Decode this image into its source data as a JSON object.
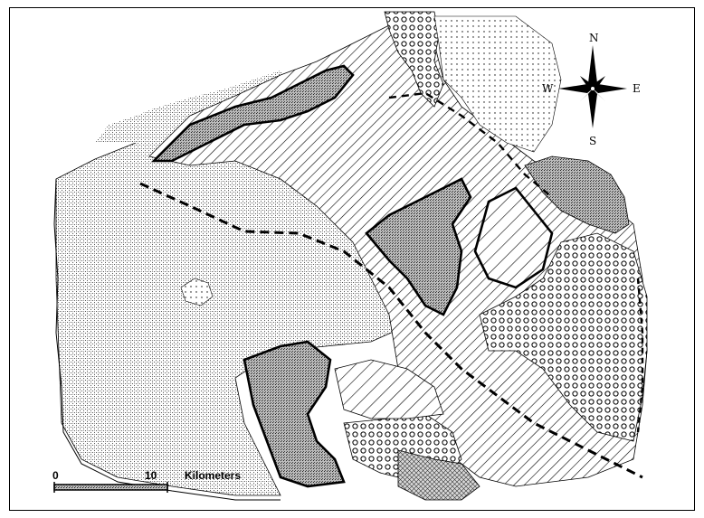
{
  "compass": {
    "north": "N",
    "south": "S",
    "east": "E",
    "west": "W"
  },
  "scale_bar": {
    "start_label": "0",
    "end_label": "10",
    "unit_label": "Kilometers"
  },
  "colors": {
    "ink": "#000000",
    "paper": "#ffffff",
    "light_stipple": "#c8c8c8",
    "medium_stipple": "#9a9a9a"
  }
}
